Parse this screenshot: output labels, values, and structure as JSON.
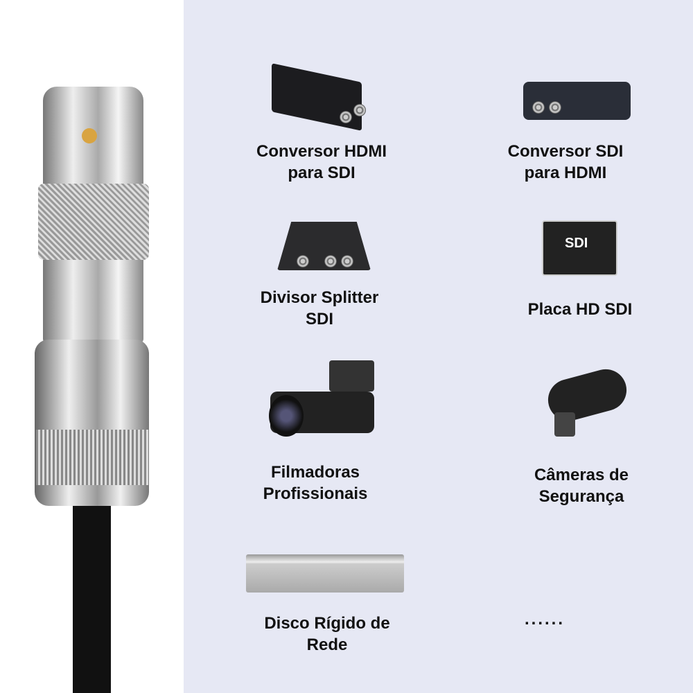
{
  "items": [
    {
      "label_1": "Conversor HDMI",
      "label_2": "para SDI"
    },
    {
      "label_1": "Conversor SDI",
      "label_2": "para HDMI"
    },
    {
      "label_1": "Divisor Splitter",
      "label_2": "SDI"
    },
    {
      "label_1": "Placa HD SDI",
      "label_2": ""
    },
    {
      "label_1": "Filmadoras",
      "label_2": "Profissionais"
    },
    {
      "label_1": "Câmeras de",
      "label_2": "Segurança"
    },
    {
      "label_1": "Disco Rígido de",
      "label_2": "Rede"
    }
  ],
  "ellipsis": "......",
  "colors": {
    "background": "#e6e8f4",
    "device": "#1c1c1f",
    "connector": "#c8c8cc"
  }
}
